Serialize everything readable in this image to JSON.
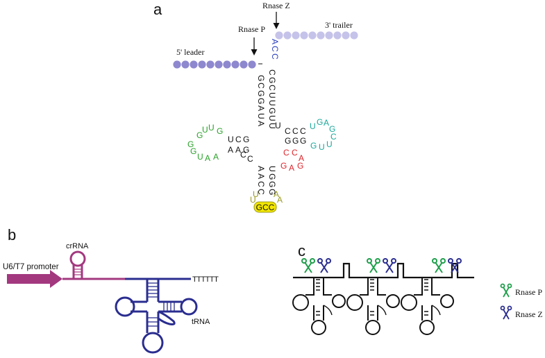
{
  "panel_a": {
    "label": "a",
    "rnase_z": "Rnase Z",
    "rnase_p": "Rnase P",
    "trailer": "3' trailer",
    "leader": "5' leader",
    "anticodon": "GCC",
    "colors": {
      "leader": "#8e88cf",
      "trailer": "#c6c3ea",
      "blue": "#2a3fbf",
      "green": "#2aa12a",
      "teal": "#1aa79a",
      "red": "#e0242a",
      "olive": "#9a9a20",
      "yellow": "#f2e600"
    }
  },
  "panel_b": {
    "label": "b",
    "promoter": "U6/T7 promoter",
    "crrna": "crRNA",
    "terminator": "TTTTTT",
    "trna": "tRNA",
    "colors": {
      "magenta": "#a3387f",
      "navy": "#2a2d8f"
    }
  },
  "panel_c": {
    "label": "c",
    "legend": [
      {
        "name": "Rnase P",
        "color": "#1e9e4a"
      },
      {
        "name": "Rnase Z",
        "color": "#2a2d8f"
      }
    ]
  }
}
